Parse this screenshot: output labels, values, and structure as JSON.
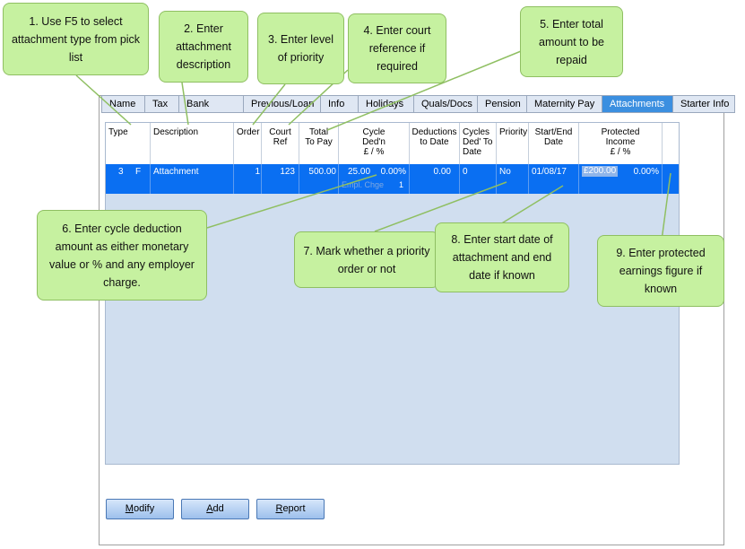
{
  "tabs": [
    {
      "label": "Name",
      "active": false
    },
    {
      "label": "Tax",
      "active": false
    },
    {
      "label": "Bank",
      "active": false
    },
    {
      "label": "Previous/Loan",
      "active": false
    },
    {
      "label": "Info",
      "active": false
    },
    {
      "label": "Holidays",
      "active": false
    },
    {
      "label": "Quals/Docs",
      "active": false
    },
    {
      "label": "Pension",
      "active": false
    },
    {
      "label": "Maternity Pay",
      "active": false
    },
    {
      "label": "Attachments",
      "active": true
    },
    {
      "label": "Starter Info",
      "active": false
    }
  ],
  "columns": {
    "type": "Type",
    "description": "Description",
    "order": "Order",
    "court_ref": "Court\nRef",
    "total_to_pay": "Total\nTo Pay",
    "cycle_dedn": "Cycle\nDed'n\n£ / %",
    "deductions_to_date": "Deductions\nto Date",
    "cycles_ded_to_date": "Cycles\nDed' To\nDate",
    "priority": "Priority",
    "start_end_date": "Start/End\nDate",
    "protected_income": "Protected\nIncome\n£ / %"
  },
  "row": {
    "type_num": "3",
    "type_code": "F",
    "description": "Attachment",
    "order": "1",
    "court_ref": "123",
    "total_to_pay": "500.00",
    "cycle_amount": "25.00",
    "cycle_pct": "0.00%",
    "empl_chge_label": "Empl. Chge",
    "empl_chge_value": "1",
    "deductions_to_date": "0.00",
    "cycles_ded_to_date": "0",
    "priority": "No",
    "start_date": "01/08/17",
    "protected_amount": "£200.00",
    "protected_pct": "0.00%"
  },
  "buttons": {
    "modify": {
      "accel": "M",
      "rest": "odify"
    },
    "add": {
      "accel": "A",
      "rest": "dd"
    },
    "report": {
      "accel": "R",
      "rest": "eport"
    }
  },
  "callouts": [
    "1. Use F5 to select attachment type from pick list",
    "2. Enter attachment description",
    "3. Enter level of priority",
    "4. Enter court reference if required",
    "5. Enter total amount to be repaid",
    "6. Enter cycle deduction amount as either monetary value or % and any employer charge.",
    "7. Mark whether a priority order or not",
    "8. Enter start date of attachment and end date if known",
    "9. Enter protected earnings figure if known"
  ],
  "colors": {
    "selected_row": "#0a6ff2",
    "grid_background": "#d0deef",
    "callout_fill": "#c6f1a0",
    "active_tab": "#3b8fe0"
  }
}
